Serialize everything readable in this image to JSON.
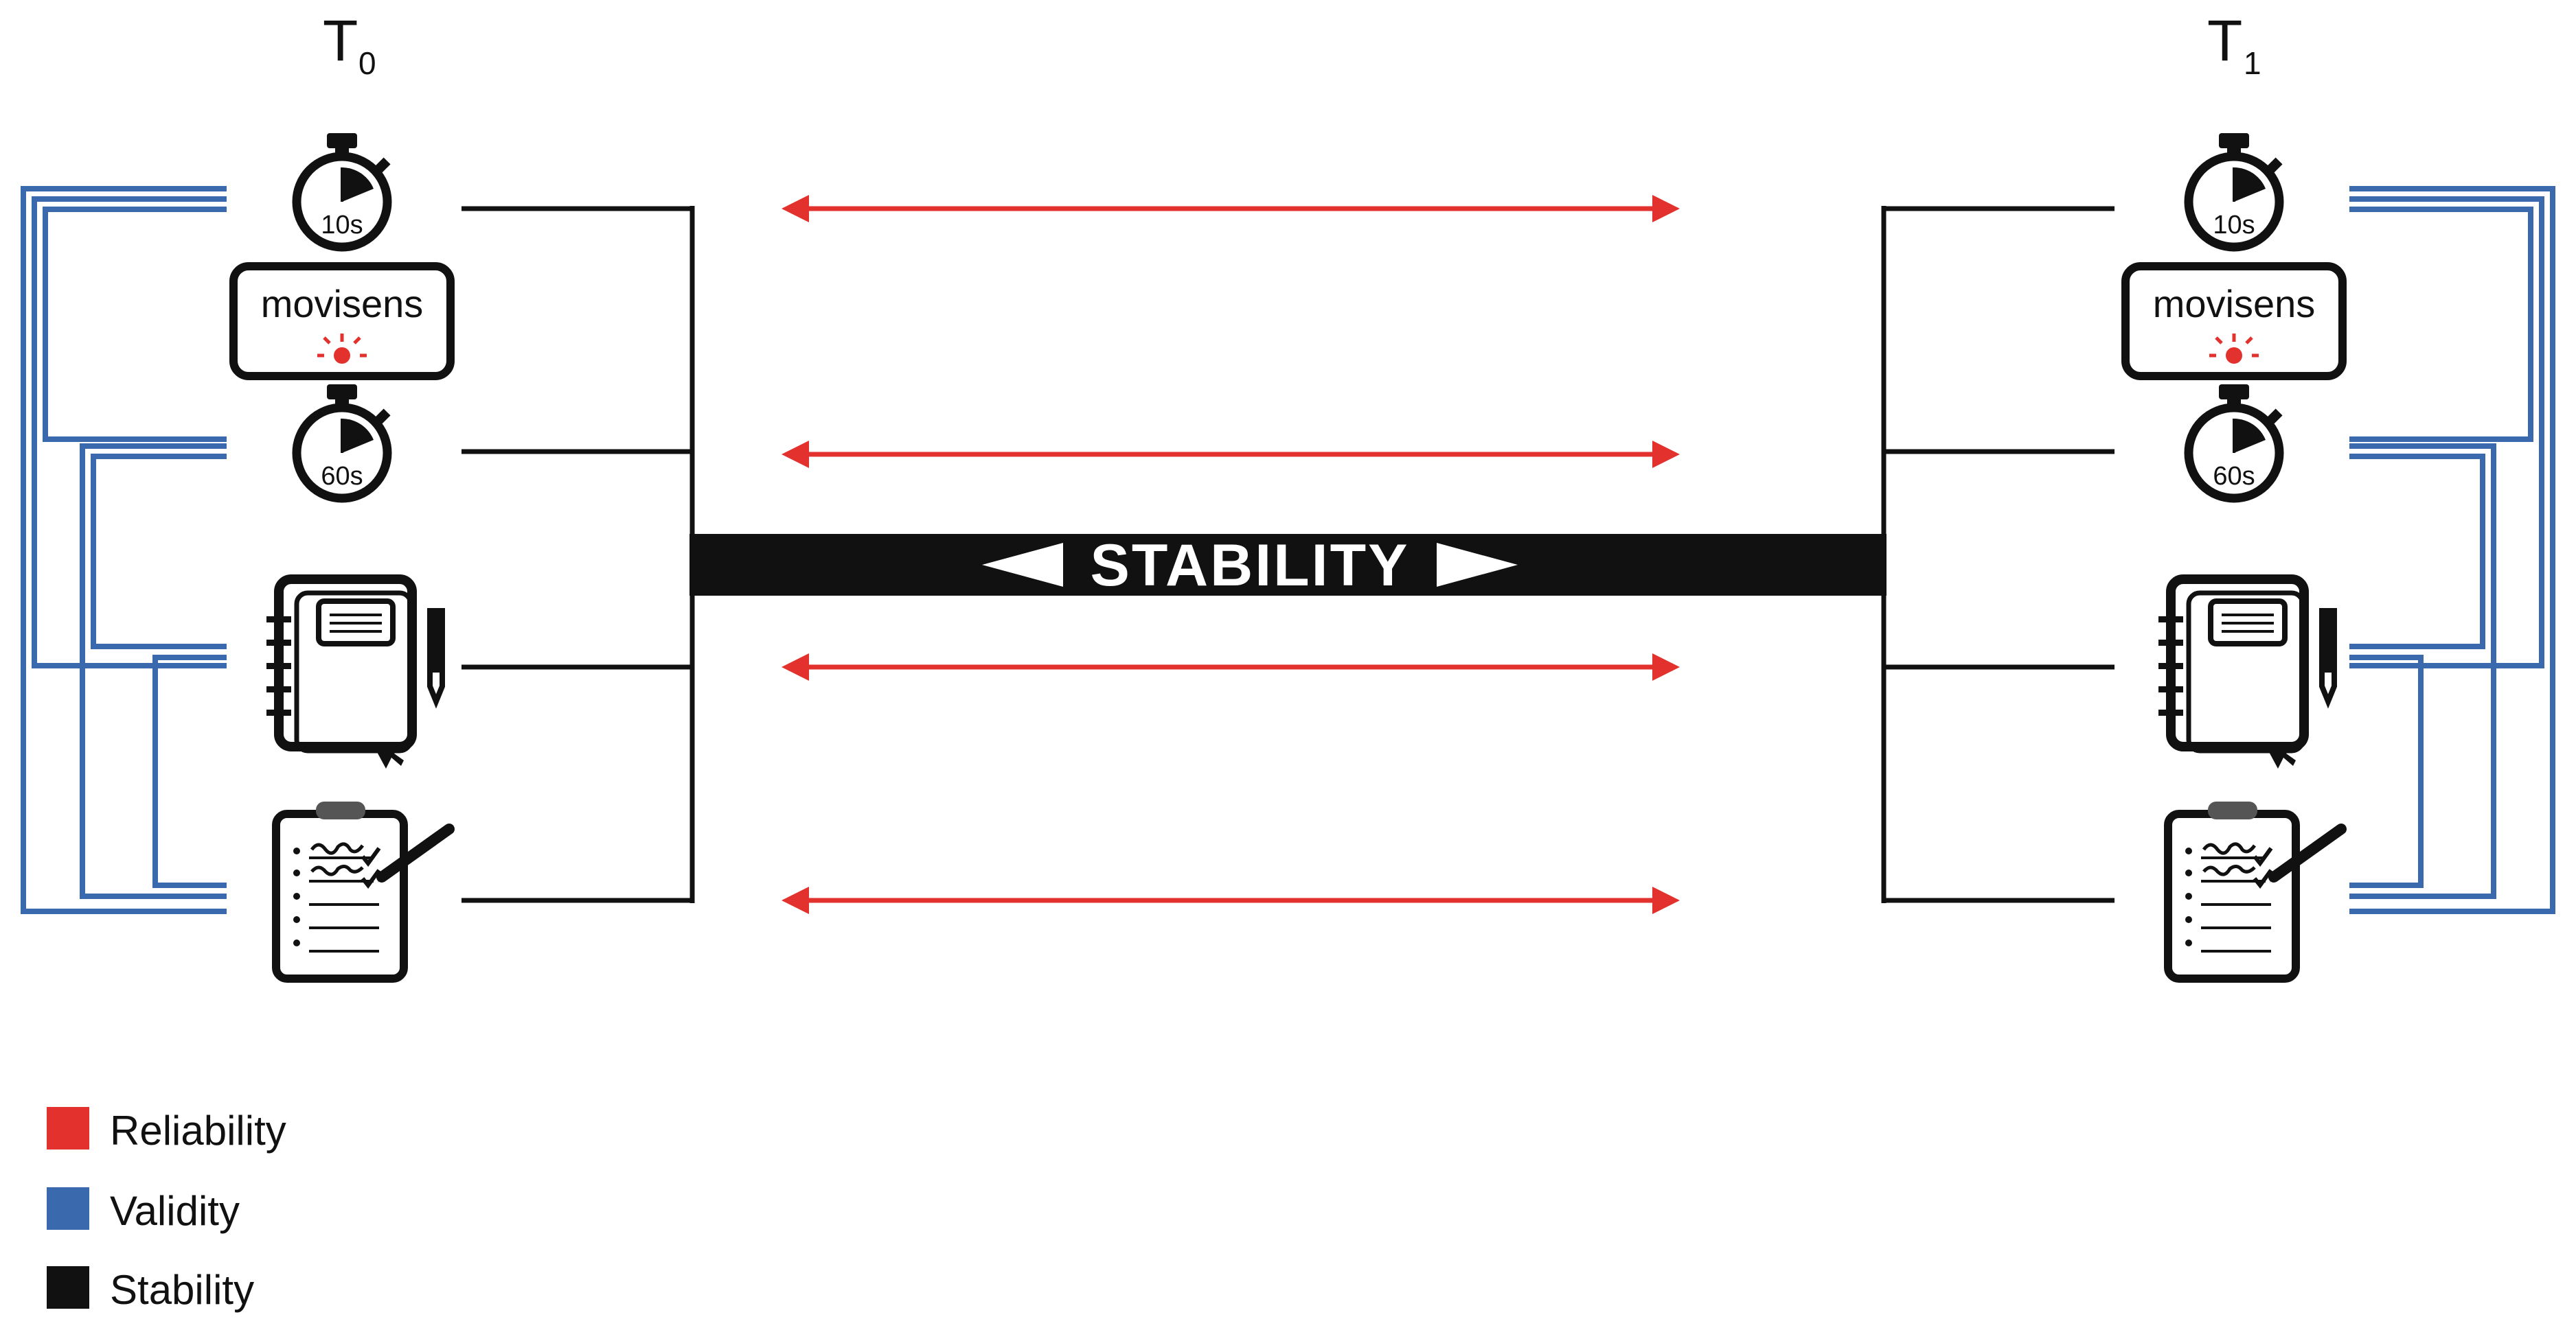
{
  "time_points": {
    "left": {
      "main": "T",
      "sub": "0"
    },
    "right": {
      "main": "T",
      "sub": "1"
    }
  },
  "instruments": {
    "timer_short": "10s",
    "device_brand": "movisens",
    "timer_long": "60s"
  },
  "stability_label": "STABILITY",
  "legend": [
    {
      "label": "Reliability",
      "color": "#e3312d"
    },
    {
      "label": "Validity",
      "color": "#3a69ad"
    },
    {
      "label": "Stability",
      "color": "#111111"
    }
  ],
  "colors": {
    "reliability": "#e3312d",
    "validity": "#3a69ad",
    "stability": "#111111"
  }
}
